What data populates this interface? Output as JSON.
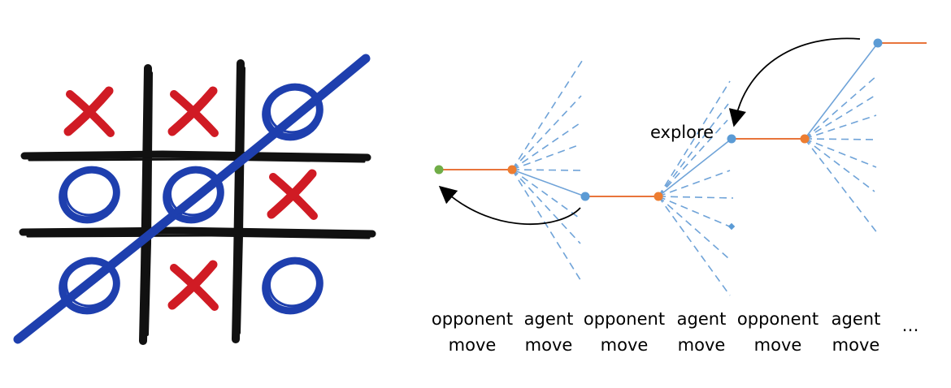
{
  "board": {
    "cells": [
      [
        "X",
        "X",
        "O"
      ],
      [
        "O",
        "O",
        "X"
      ],
      [
        "O",
        "X",
        "O"
      ]
    ],
    "winning_line": "diagonal-bottom-left-to-top-right",
    "colors": {
      "grid": "#111111",
      "x": "#d01b24",
      "o": "#1e3fae"
    }
  },
  "tree": {
    "explore_label": "explore",
    "move_labels": [
      {
        "line1": "opponent",
        "line2": "move"
      },
      {
        "line1": "agent",
        "line2": "move"
      },
      {
        "line1": "opponent",
        "line2": "move"
      },
      {
        "line1": "agent",
        "line2": "move"
      },
      {
        "line1": "opponent",
        "line2": "move"
      },
      {
        "line1": "agent",
        "line2": "move"
      }
    ],
    "ellipsis": "…",
    "colors": {
      "edge_main": "#e8743b",
      "edge_branch": "#6fa3d8",
      "node_blue": "#5b9bd5",
      "node_orange": "#ed7d31",
      "node_green": "#70ad47",
      "arrow": "#000000"
    }
  }
}
